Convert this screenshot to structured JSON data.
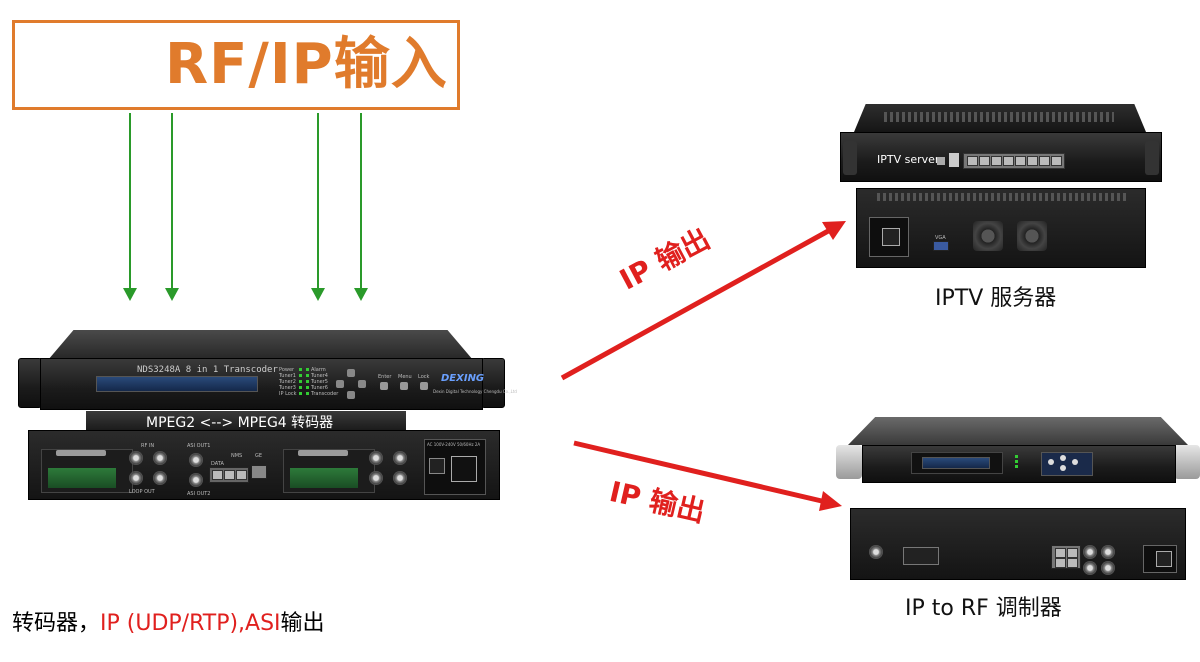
{
  "input_title": "RF/IP输入",
  "transcoder": {
    "front_model": "NDS3248A 8 in 1 Transcoder",
    "brand": "DEXING",
    "brand_sub": "Dexin Digital Technology Chengdu Co.,Ltd",
    "front_leds": [
      "Power",
      "Tuner1",
      "Tuner2",
      "Tuner3",
      "IP Lock"
    ],
    "front_leds_b": [
      "Alarm",
      "Tuner4",
      "Tuner5",
      "Tuner6",
      "Transcoder"
    ],
    "buttons": [
      "Enter",
      "Menu",
      "Lock"
    ],
    "label": "MPEG2 <--> MPEG4 转码器",
    "back_labels": {
      "asi_out1": "ASI OUT1",
      "data": "DATA",
      "nms": "NMS",
      "asi_out2": "ASI OUT2",
      "loop_out": "LOOP OUT",
      "rf_in": "RF IN",
      "ge": "GE",
      "power": "AC 100V-240V 50/60Hz 2A"
    }
  },
  "iptv_server": {
    "front_label": "IPTV server",
    "back_port_label": "VGA",
    "caption": "IPTV 服务器"
  },
  "modulator": {
    "caption": "IP to RF 调制器"
  },
  "arrows": {
    "ip_out_top": "IP 输出",
    "ip_out_bottom": "IP 输出"
  },
  "bottom_caption": {
    "part1": "转码器，",
    "part2": "IP (UDP/RTP),ASI",
    "part3": "输出"
  },
  "colors": {
    "orange": "#e07b2c",
    "green": "#2a9a2a",
    "red": "#e0201e"
  }
}
